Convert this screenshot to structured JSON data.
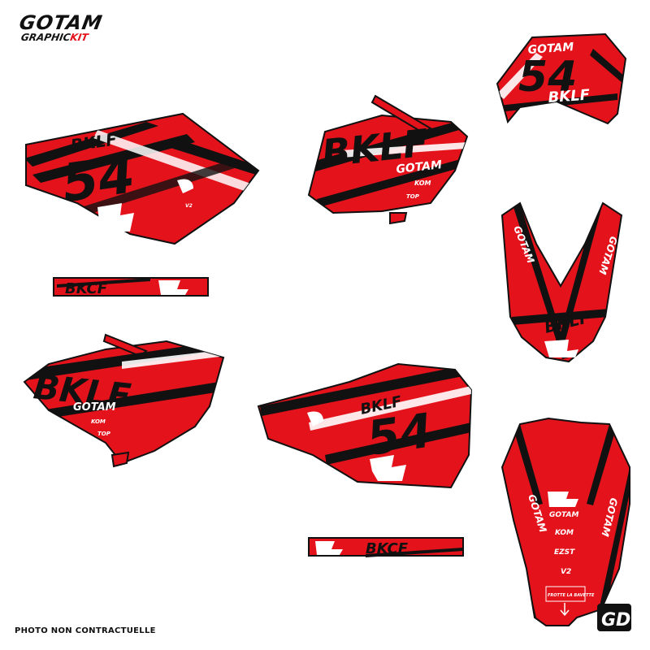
{
  "brand": {
    "line1": "GOTAM",
    "line2_a": "GRAPHIC",
    "line2_b": "KIT"
  },
  "disclaimer": "PHOTO NON CONTRACTUELLE",
  "race_number": "54",
  "rider_name": "BKLF",
  "rider_name_alt": "BKCF",
  "sponsor_gotam": "GOTAM",
  "sponsor_kom": "KOM",
  "sponsor_top": "TOP",
  "sponsor_ezst": "EZST",
  "sponsor_v2": "V2",
  "rear_fender_text": "FROTTE LA BAVETTE",
  "corner_mark": "GD",
  "colors": {
    "primary": "#e3121b",
    "dark": "#111111",
    "accent": "#ffffff"
  }
}
